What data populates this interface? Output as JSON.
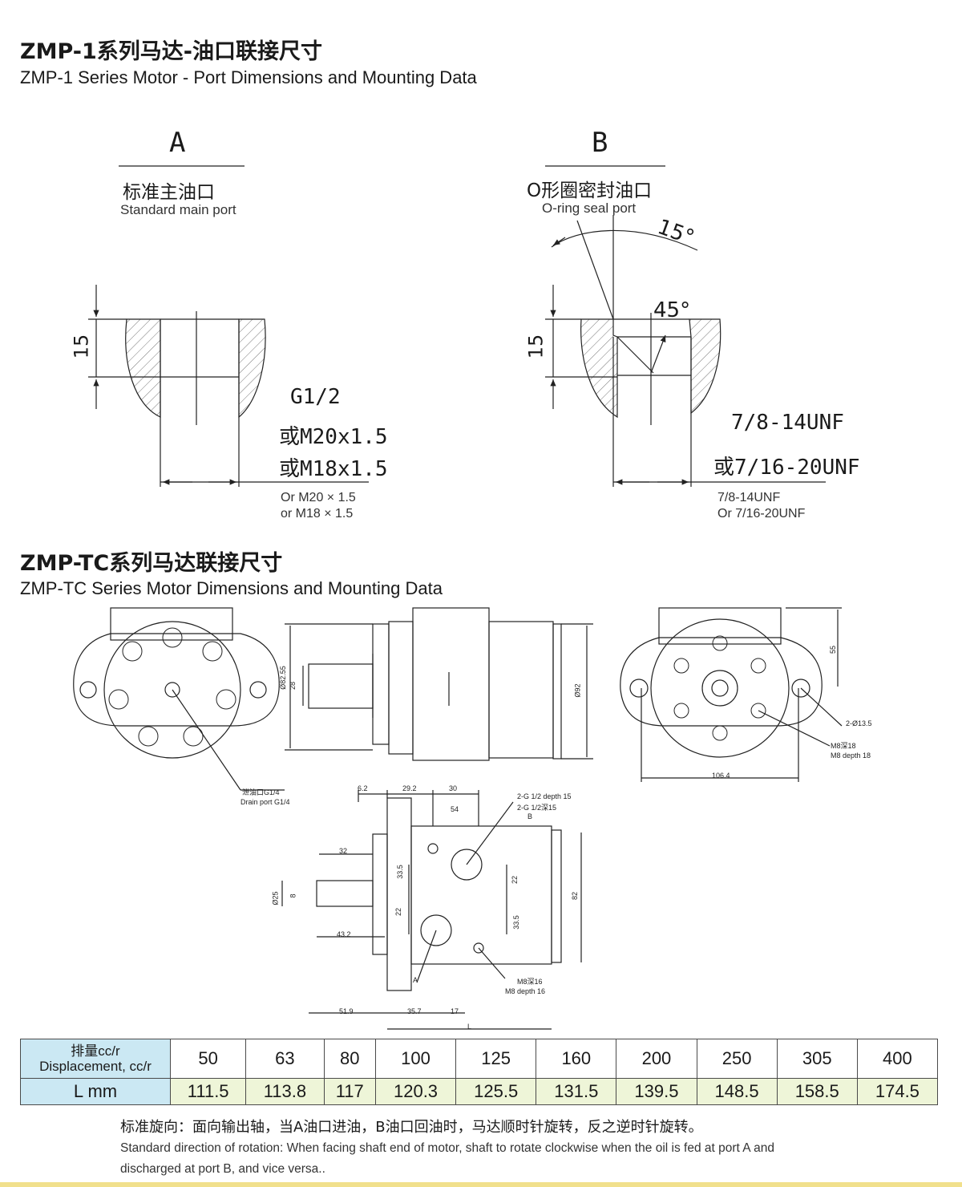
{
  "section1": {
    "title_cn": "ZMP-1系列马达-油口联接尺寸",
    "title_en": "ZMP-1 Series Motor - Port Dimensions and Mounting Data"
  },
  "port_a": {
    "letter": "A",
    "name_cn": "标准主油口",
    "name_en": "Standard main port",
    "depth": "15",
    "thread_line1": "G1/2",
    "thread_line2": "或M20x1.5",
    "thread_line3": "或M18x1.5",
    "alt_en_line1": "Or M20 × 1.5",
    "alt_en_line2": "or M18 × 1.5"
  },
  "port_b": {
    "letter": "B",
    "name_cn": "O形圈密封油口",
    "name_en": "O-ring seal port",
    "angle_top": "15°",
    "angle_chamfer": "45°",
    "depth": "15",
    "thread_line1": "7/8-14UNF",
    "thread_line2": "或7/16-20UNF",
    "alt_en_line1": "7/8-14UNF",
    "alt_en_line2": "Or 7/16-20UNF"
  },
  "section2": {
    "title_cn": "ZMP-TC系列马达联接尺寸",
    "title_en": "ZMP-TC Series Motor Dimensions and Mounting Data"
  },
  "drawing_labels": {
    "drain_cn": "泄油口G1/4",
    "drain_en": "Drain port G1/4",
    "dia_pilot": "Ø82.55",
    "dia_shaft_pilot": "28",
    "dia_92": "Ø92",
    "dim_55": "55",
    "holes": "2-Ø13.5",
    "m8_cn": "M8深18",
    "m8_en": "M8 depth 18",
    "dim_106": "106.4",
    "d62": "6.2",
    "d292": "29.2",
    "d30": "30",
    "d54": "54",
    "g12_en": "2-G 1/2 depth 15",
    "g12_cn": "2-G 1/2深15",
    "label_b": "B",
    "d32": "32",
    "d335": "33.5",
    "d22": "22",
    "d82": "82",
    "shaft_dia": "Ø25",
    "key_w": "8",
    "d432": "43.2",
    "label_a": "A",
    "m816_cn": "M8深16",
    "m816_en": "M8 depth 16",
    "d519": "51.9",
    "d357": "35.7",
    "d17": "17",
    "label_l": "L"
  },
  "spec_table": {
    "header_cn": "排量cc/r",
    "header_en": "Displacement, cc/r",
    "row_label": "L mm",
    "displacement": [
      "50",
      "63",
      "80",
      "100",
      "125",
      "160",
      "200",
      "250",
      "305",
      "400"
    ],
    "length": [
      "111.5",
      "113.8",
      "117",
      "120.3",
      "125.5",
      "131.5",
      "139.5",
      "148.5",
      "158.5",
      "174.5"
    ]
  },
  "rotation_note": {
    "cn": "标准旋向：面向输出轴，当A油口进油，B油口回油时，马达顺时针旋转，反之逆时针旋转。",
    "en_line1": "Standard direction of rotation: When facing shaft end of motor, shaft to rotate clockwise when the oil is fed at port A and",
    "en_line2": "discharged at port B, and vice versa.."
  }
}
